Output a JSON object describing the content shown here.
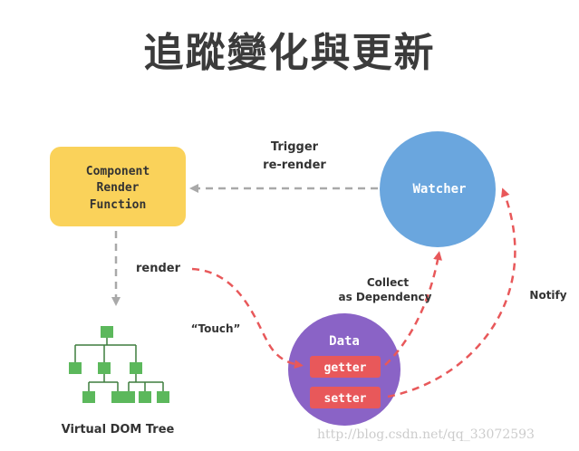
{
  "title": "追蹤變化與更新",
  "component_box": {
    "line1": "Component",
    "line2": "Render",
    "line3": "Function",
    "color": "#FAD25A"
  },
  "watcher": {
    "label": "Watcher",
    "color": "#6AA6DE"
  },
  "data_node": {
    "label": "Data",
    "getter": "getter",
    "setter": "setter",
    "color": "#8A63C6",
    "pill_color": "#E8585A"
  },
  "labels": {
    "trigger_line1": "Trigger",
    "trigger_line2": "re-render",
    "render": "render",
    "touch": "“Touch”",
    "collect_line1": "Collect",
    "collect_line2": "as Dependency",
    "notify": "Notify",
    "vdom": "Virtual DOM Tree"
  },
  "colors": {
    "dashed_red": "#E8585A",
    "dashed_gray": "#A9A9A9",
    "tree_green": "#5CB85C",
    "tree_line": "#3E7D3E"
  },
  "watermark": "http://blog.csdn.net/qq_33072593"
}
